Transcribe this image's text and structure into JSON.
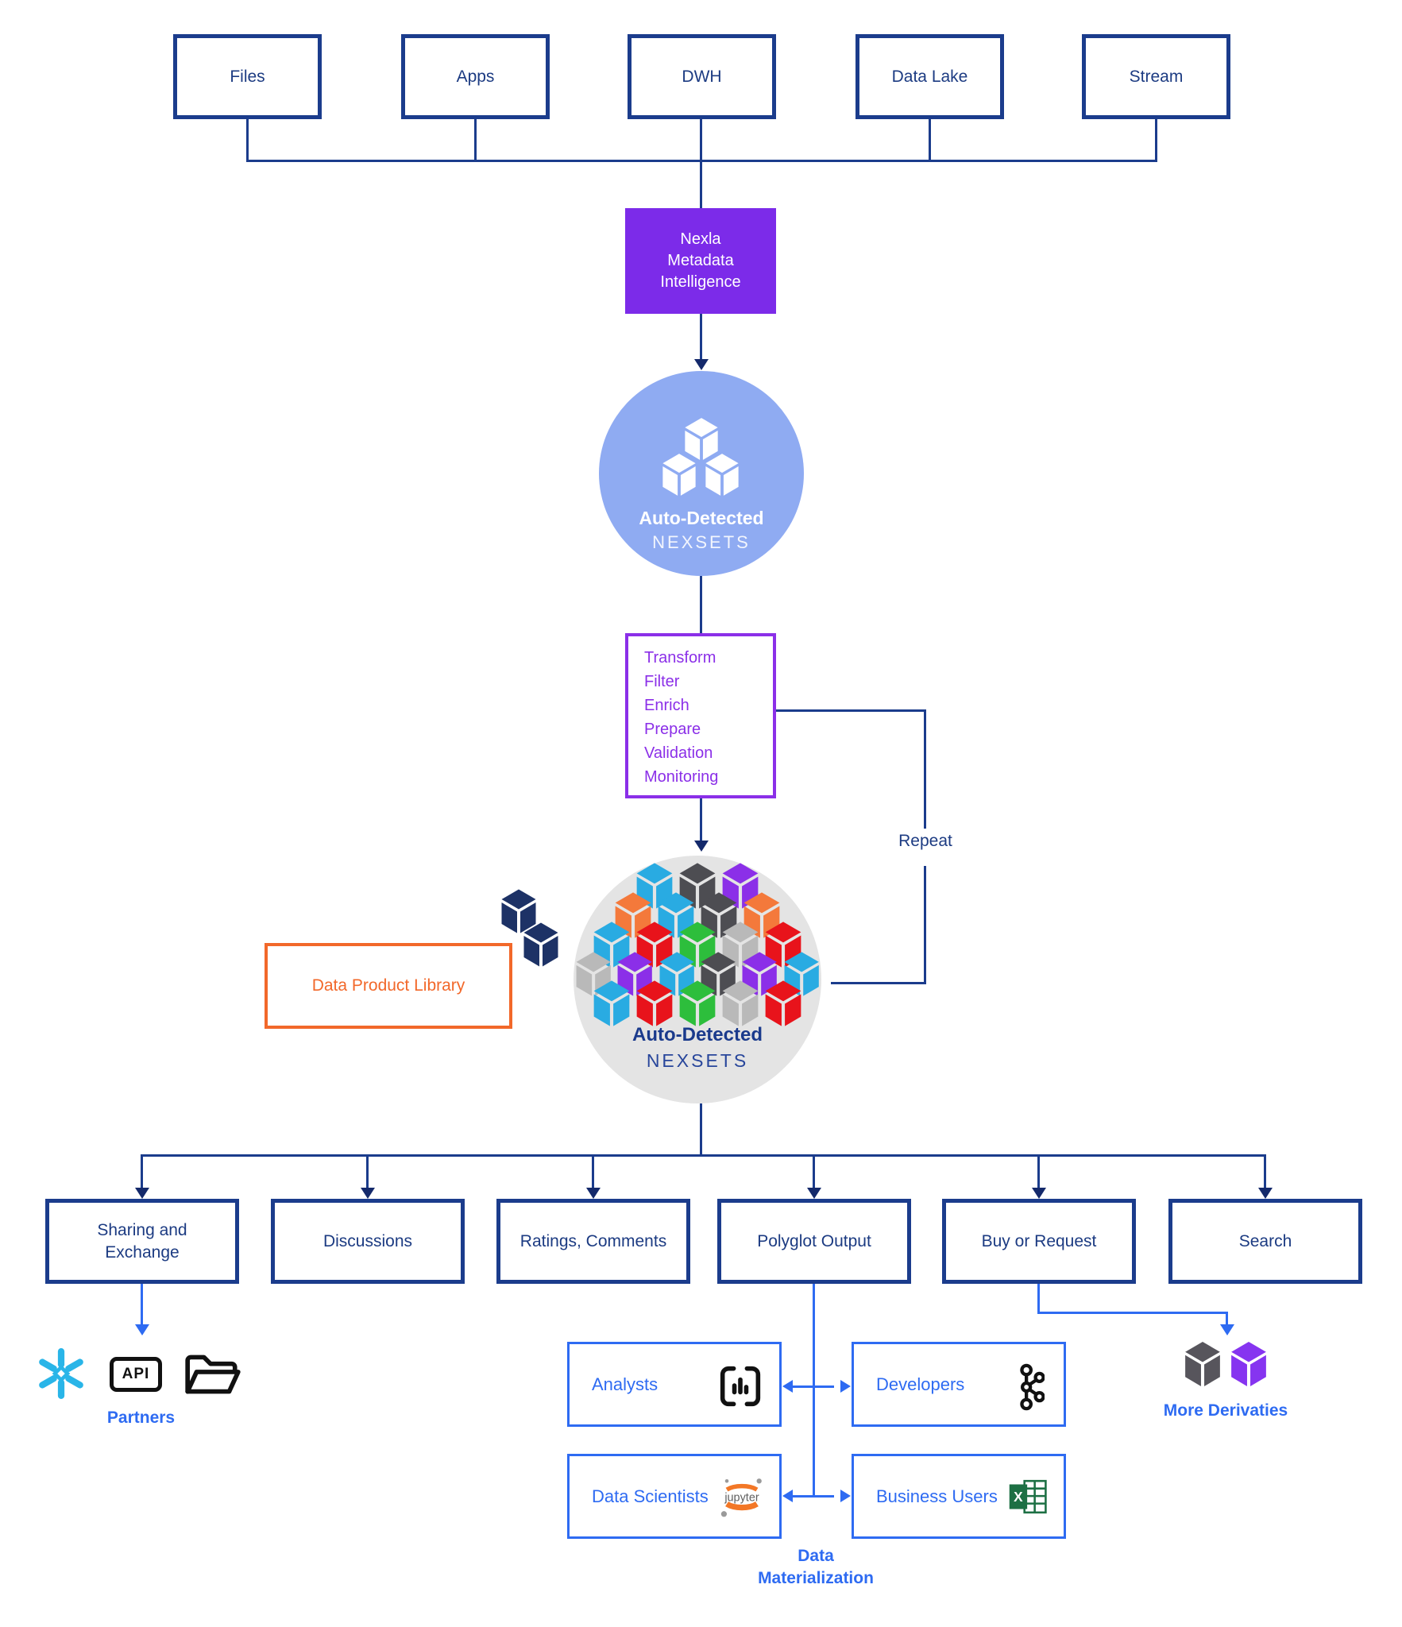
{
  "colors": {
    "navy": "#1B3C8C",
    "navy_text": "#1C3B82",
    "purple_fill": "#7C2BE9",
    "purple_stroke": "#8B2FE8",
    "orange": "#F2682A",
    "blue": "#2E6BF2",
    "blue_circle_fill": "#8FABF2",
    "gray_circle_fill": "#E4E4E4",
    "cubes": {
      "cyan": "#29ABE2",
      "gray": "#4D4D52",
      "purple": "#8B2FE8",
      "orange": "#F4793B",
      "red": "#E8131B",
      "green": "#2DBE3C",
      "silver": "#B9B9B9",
      "white": "#FFFFFF",
      "navy": "#1D3266",
      "slate": "#57555C",
      "violet": "#8634F0"
    }
  },
  "sources": [
    {
      "label": "Files"
    },
    {
      "label": "Apps"
    },
    {
      "label": "DWH"
    },
    {
      "label": "Data Lake"
    },
    {
      "label": "Stream"
    }
  ],
  "metadata_box": {
    "line1": "Nexla",
    "line2": "Metadata",
    "line3": "Intelligence"
  },
  "nexsets_blue": {
    "title": "Auto-Detected",
    "subtitle": "NEXSETS"
  },
  "transform_box": {
    "items": [
      "Transform",
      "Filter",
      "Enrich",
      "Prepare",
      "Validation",
      "Monitoring"
    ]
  },
  "repeat_label": "Repeat",
  "data_product_library": {
    "label": "Data Product Library"
  },
  "nexsets_gray": {
    "title": "Auto-Detected",
    "subtitle": "NEXSETS",
    "cube_rows": [
      [
        "cyan",
        "gray",
        "purple"
      ],
      [
        "orange",
        "cyan",
        "gray",
        "orange"
      ],
      [
        "cyan",
        "red",
        "green",
        "silver",
        "red"
      ],
      [
        "silver",
        "purple",
        "cyan",
        "gray",
        "purple",
        "cyan"
      ],
      [
        "cyan",
        "red",
        "green",
        "silver",
        "red"
      ]
    ]
  },
  "outputs": [
    {
      "label": "Sharing and Exchange"
    },
    {
      "label": "Discussions"
    },
    {
      "label": "Ratings, Comments"
    },
    {
      "label": "Polyglot Output"
    },
    {
      "label": "Buy or Request"
    },
    {
      "label": "Search"
    }
  ],
  "partners": {
    "label": "Partners"
  },
  "consumers": {
    "analysts": {
      "label": "Analysts"
    },
    "developers": {
      "label": "Developers"
    },
    "data_scientists": {
      "label": "Data Scientists"
    },
    "business_users": {
      "label": "Business Users"
    }
  },
  "materialization": {
    "line1": "Data",
    "line2": "Materialization"
  },
  "more_derivatives": {
    "label": "More Derivaties"
  },
  "icon_text": {
    "api": "API",
    "jupyter": "jupyter",
    "excel_x": "X"
  }
}
